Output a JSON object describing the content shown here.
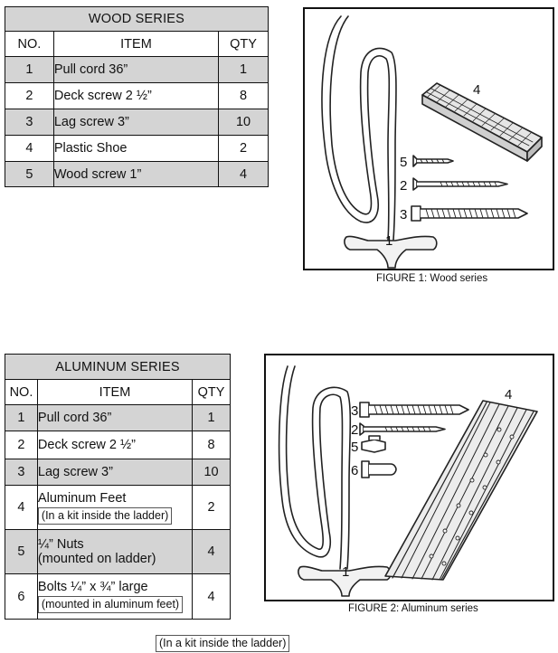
{
  "wood": {
    "title": "WOOD SERIES",
    "headers": {
      "no": "NO.",
      "item": "ITEM",
      "qty": "QTY"
    },
    "rows": [
      {
        "no": "1",
        "item": "Pull cord 36”",
        "qty": "1"
      },
      {
        "no": "2",
        "item": "Deck screw 2 ½”",
        "qty": "8"
      },
      {
        "no": "3",
        "item": "Lag screw 3”",
        "qty": "10"
      },
      {
        "no": "4",
        "item": "Plastic Shoe",
        "qty": "2"
      },
      {
        "no": "5",
        "item": "Wood screw 1”",
        "qty": "4"
      }
    ],
    "figure": {
      "caption": "FIGURE 1: Wood series",
      "labels": {
        "cord": "1",
        "deck_screw": "2",
        "lag_screw": "3",
        "shoe": "4",
        "wood_screw": "5"
      }
    }
  },
  "aluminum": {
    "title": "ALUMINUM SERIES",
    "headers": {
      "no": "NO.",
      "item": "ITEM",
      "qty": "QTY"
    },
    "rows": [
      {
        "no": "1",
        "item": "Pull cord 36”",
        "qty": "1"
      },
      {
        "no": "2",
        "item": "Deck screw 2 ½”",
        "qty": "8"
      },
      {
        "no": "3",
        "item": "Lag screw 3”",
        "qty": "10"
      },
      {
        "no": "4",
        "item": "Aluminum Feet",
        "note": "(In a kit inside the ladder)",
        "qty": "2"
      },
      {
        "no": "5",
        "item": "¼” Nuts",
        "item2": "(mounted on ladder)",
        "qty": "4"
      },
      {
        "no": "6",
        "item": "Bolts ¼” x ¾” large",
        "note": "(mounted in aluminum feet)",
        "qty": "4"
      }
    ],
    "figure": {
      "caption": "FIGURE 2: Aluminum series",
      "labels": {
        "cord": "1",
        "deck_screw": "2",
        "lag_screw": "3",
        "feet": "4",
        "nut": "5",
        "bolt": "6"
      }
    }
  },
  "bottom_note": "(In a kit inside the ladder)",
  "colors": {
    "shade": "#d4d4d4",
    "ink": "#111111"
  }
}
